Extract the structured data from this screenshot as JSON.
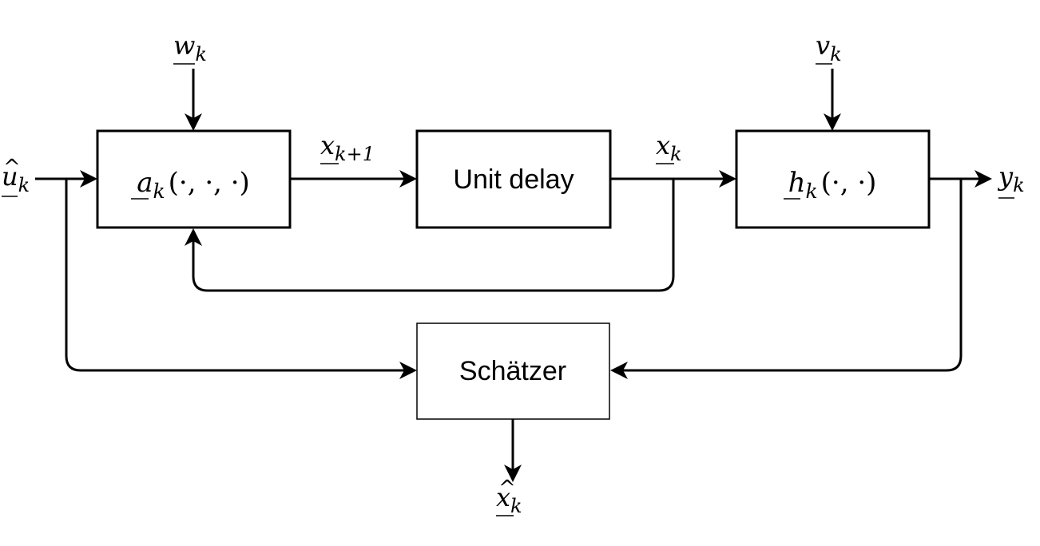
{
  "blocks": {
    "state_function": {
      "symbol": "a",
      "sub": "k",
      "args": "(·, ·, ·)"
    },
    "unit_delay": {
      "label": "Unit delay"
    },
    "measurement_function": {
      "symbol": "h",
      "sub": "k",
      "args": "(·, ·)"
    },
    "estimator": {
      "label": "Schätzer"
    }
  },
  "signals": {
    "input": {
      "symbol": "u",
      "accent": "^",
      "sub": "k"
    },
    "process_noise": {
      "symbol": "w",
      "sub": "k"
    },
    "next_state": {
      "symbol": "x",
      "sub": "k+1"
    },
    "state": {
      "symbol": "x",
      "sub": "k"
    },
    "measurement_noise": {
      "symbol": "v",
      "sub": "k"
    },
    "output": {
      "symbol": "y",
      "sub": "k"
    },
    "estimate": {
      "symbol": "x",
      "accent": "^",
      "sub": "k"
    }
  }
}
